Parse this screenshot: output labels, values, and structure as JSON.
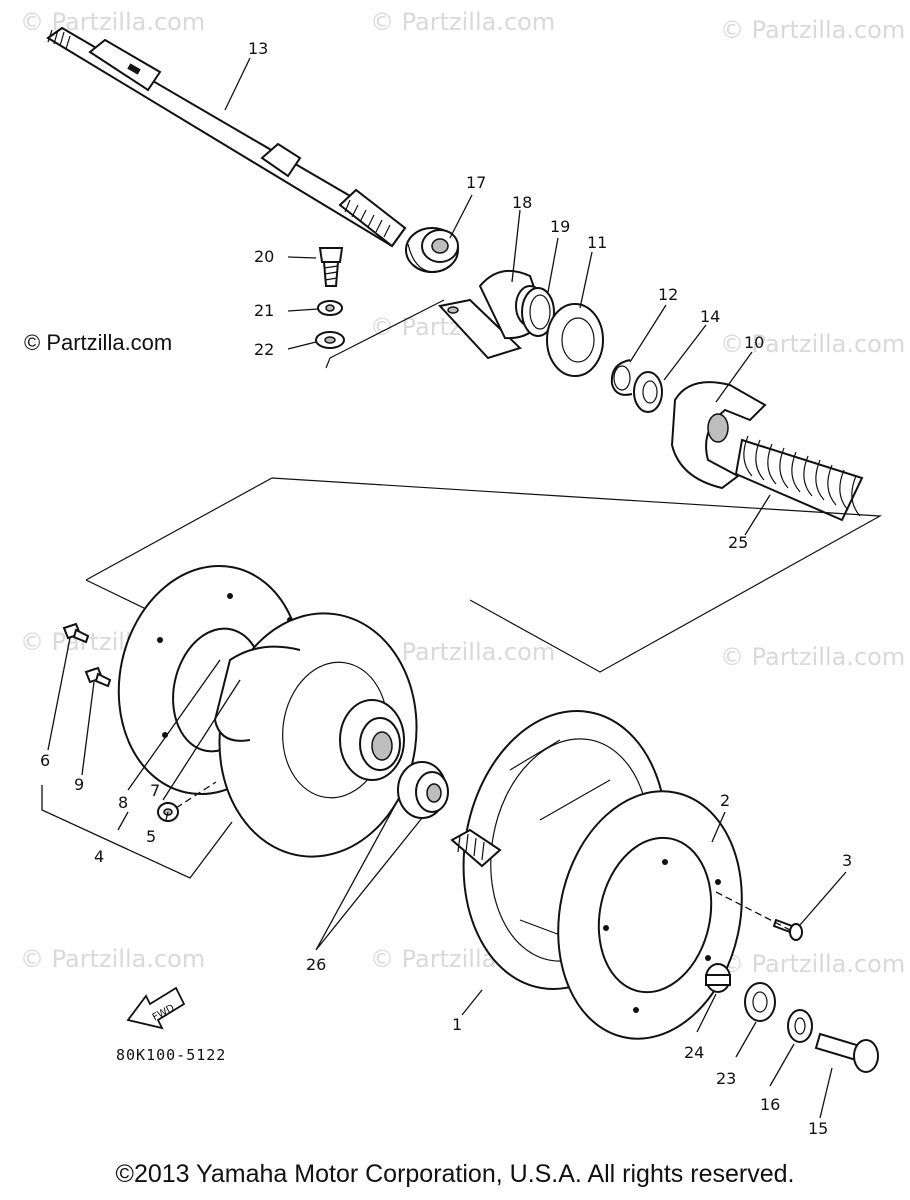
{
  "watermark": "© Partzilla.com",
  "side_watermark": "© Partzilla.com",
  "drawing_code": "80K100-5122",
  "fwd_label": "FWD",
  "copyright": "©2013  Yamaha Motor Corporation, U.S.A. All rights reserved.",
  "callouts": {
    "c1": "1",
    "c2": "2",
    "c3": "3",
    "c4": "4",
    "c5": "5",
    "c6": "6",
    "c7": "7",
    "c8": "8",
    "c9": "9",
    "c10": "10",
    "c11": "11",
    "c12": "12",
    "c13": "13",
    "c14": "14",
    "c15": "15",
    "c16": "16",
    "c17": "17",
    "c18": "18",
    "c19": "19",
    "c20": "20",
    "c21": "21",
    "c22": "22",
    "c23": "23",
    "c24": "24",
    "c25": "25",
    "c26": "26"
  }
}
